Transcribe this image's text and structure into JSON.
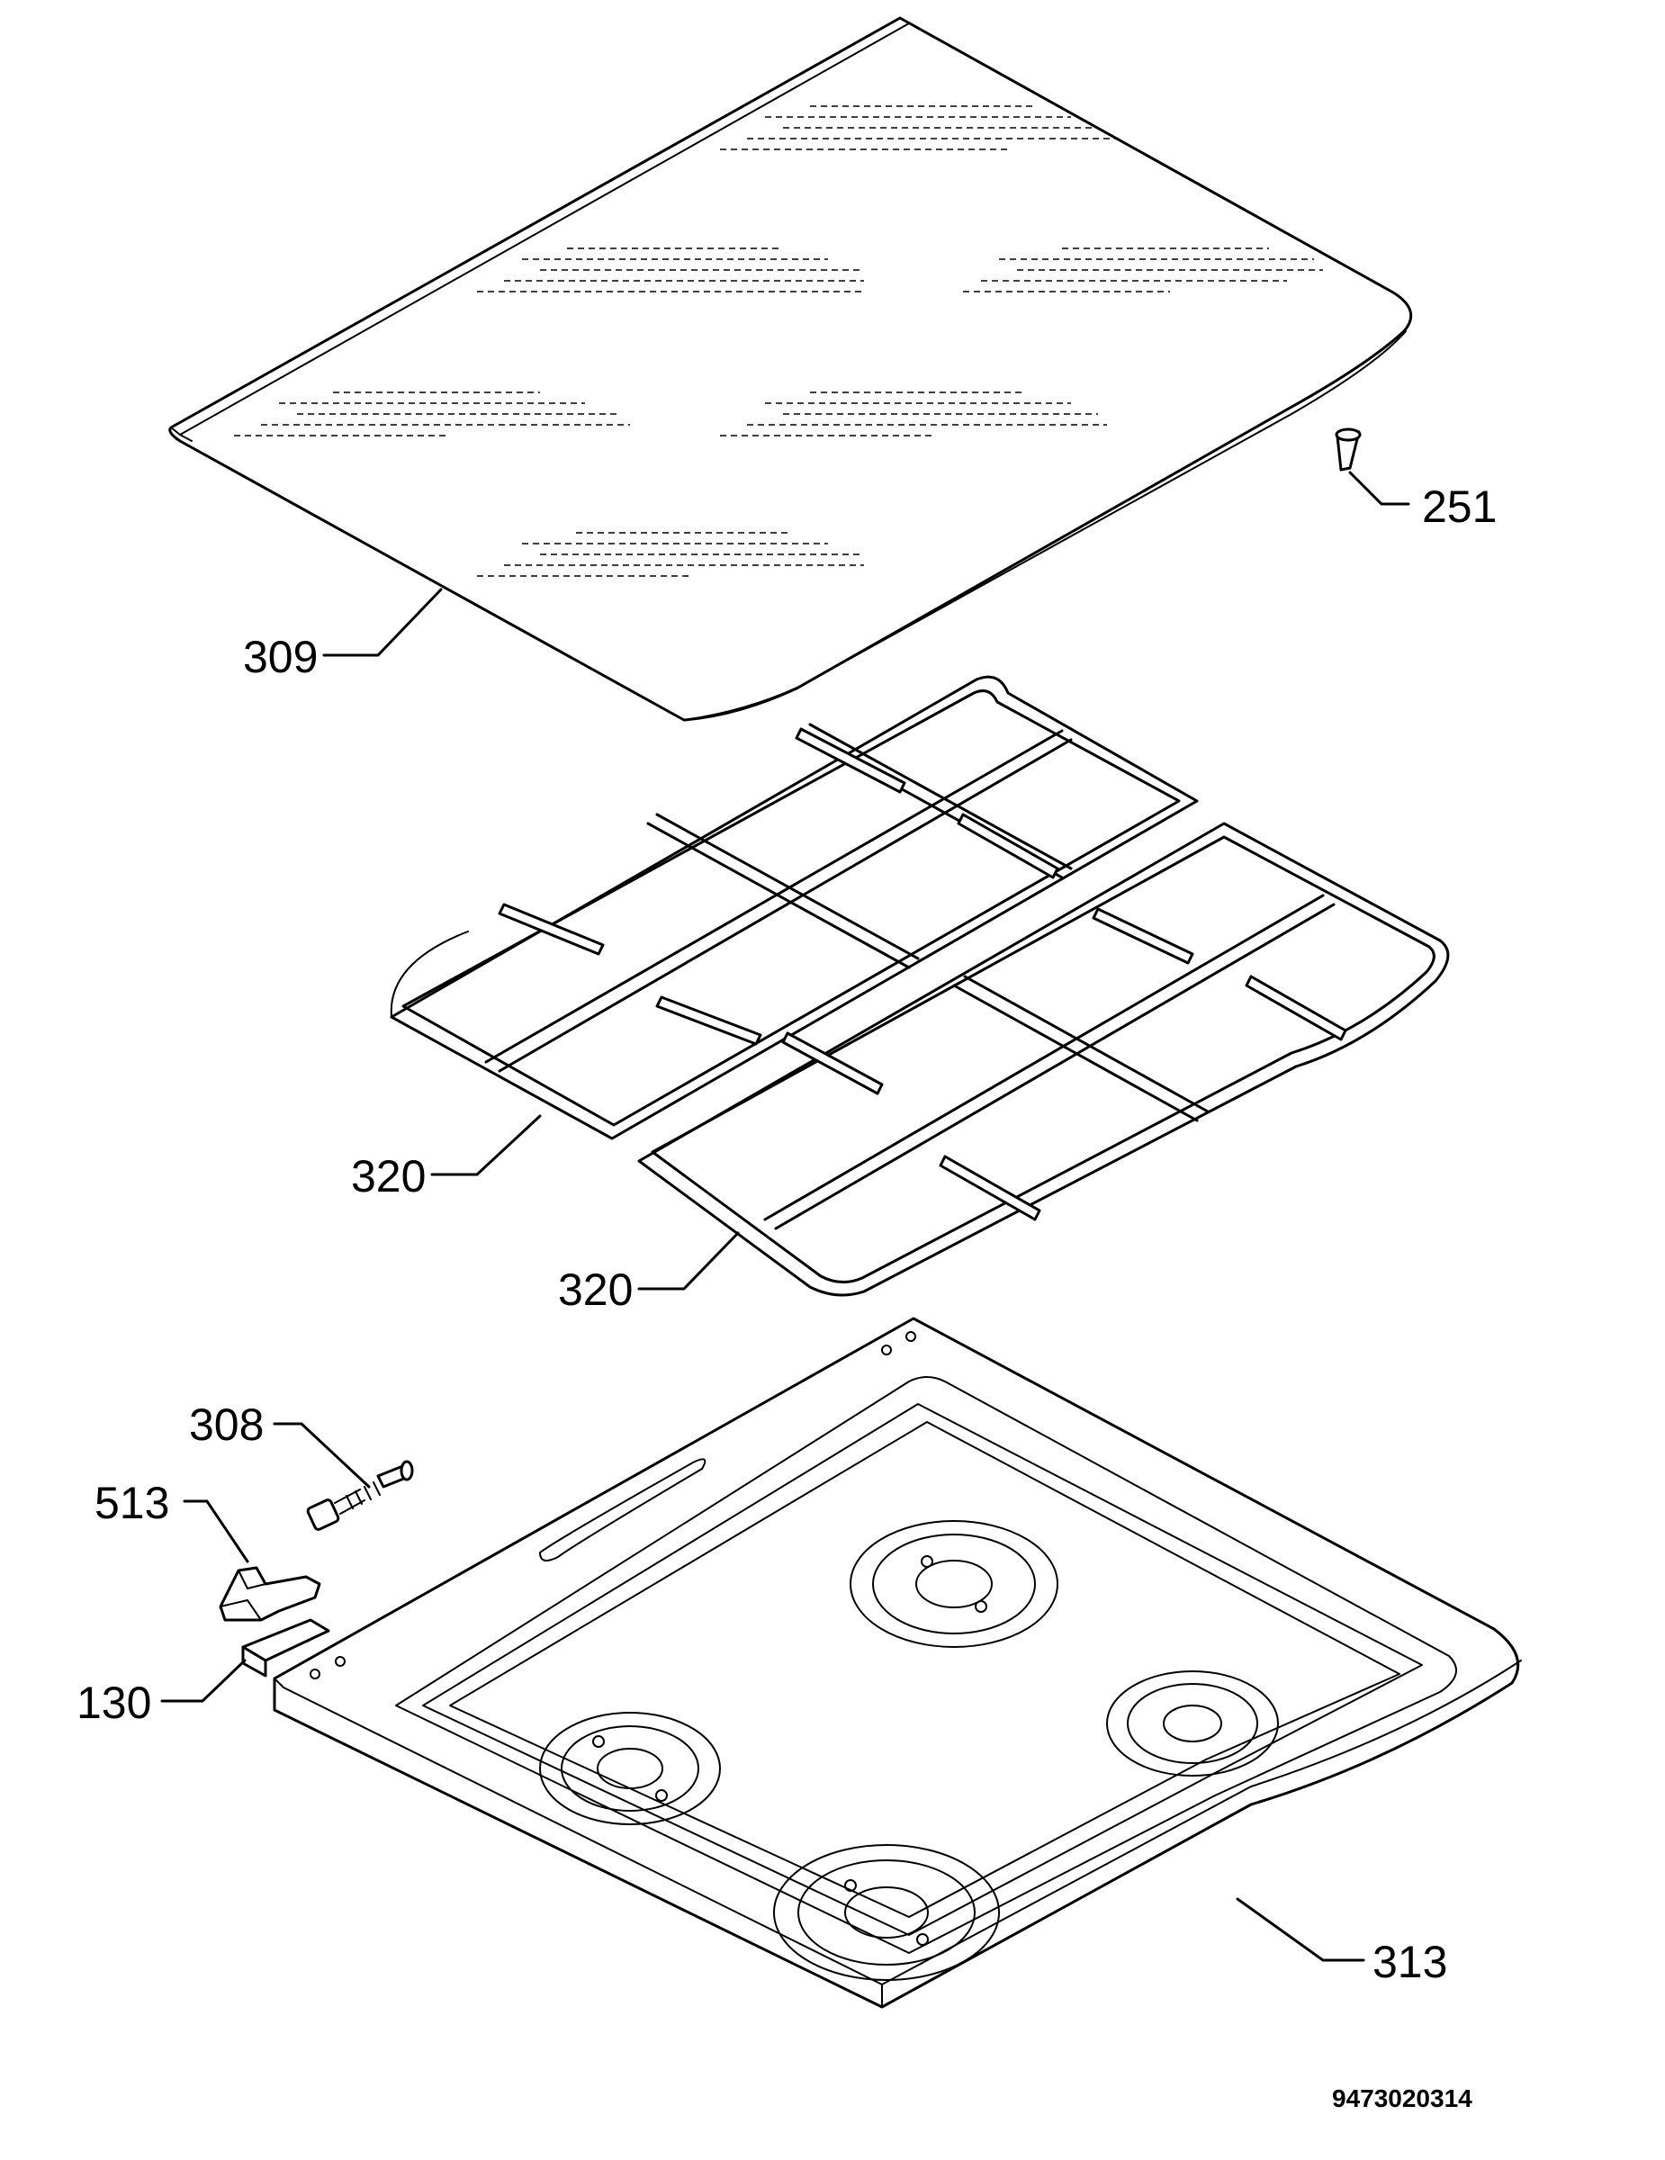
{
  "diagram": {
    "type": "exploded parts diagram",
    "callouts": [
      {
        "id": "c309",
        "label": "309",
        "part": "glass lid"
      },
      {
        "id": "c251",
        "label": "251",
        "part": "buffer"
      },
      {
        "id": "c320a",
        "label": "320",
        "part": "pan support left"
      },
      {
        "id": "c320b",
        "label": "320",
        "part": "pan support right"
      },
      {
        "id": "c308",
        "label": "308",
        "part": "hinge spring"
      },
      {
        "id": "c513",
        "label": "513",
        "part": "hinge"
      },
      {
        "id": "c130",
        "label": "130",
        "part": "bracket"
      },
      {
        "id": "c313",
        "label": "313",
        "part": "hob top"
      }
    ],
    "drawing_code": "9473020314"
  }
}
